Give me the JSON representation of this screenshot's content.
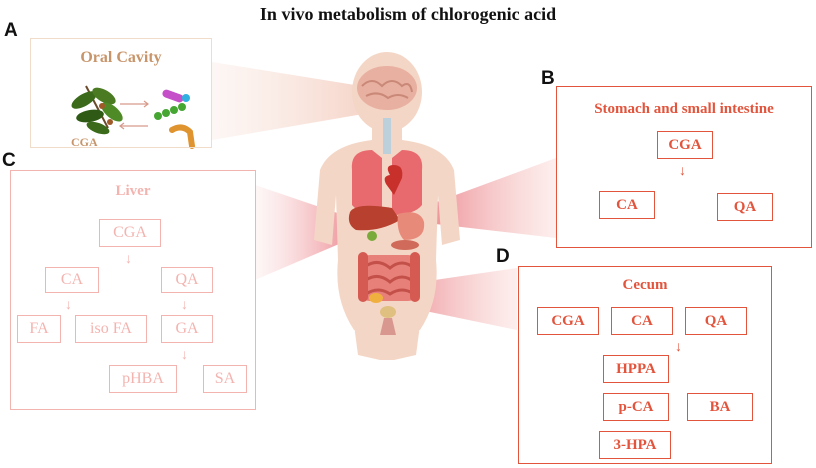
{
  "title": "In vivo metabolism of chlorogenic acid",
  "panels": {
    "A": {
      "label": "A",
      "title": "Oral Cavity",
      "plant_label": "CGA"
    },
    "B": {
      "label": "B",
      "title": "Stomach and small intestine",
      "boxes": [
        "CGA",
        "CA",
        "QA"
      ]
    },
    "C": {
      "label": "C",
      "title": "Liver",
      "boxes": [
        "CGA",
        "CA",
        "QA",
        "FA",
        "iso FA",
        "GA",
        "pHBA",
        "SA"
      ]
    },
    "D": {
      "label": "D",
      "title": "Cecum",
      "boxes": [
        "CGA",
        "CA",
        "QA",
        "HPPA",
        "p-CA",
        "BA",
        "3-HPA"
      ]
    }
  },
  "colors": {
    "red": "#e2543c",
    "liver_pink": "#f3b4b0",
    "oral_tan": "#c8956a",
    "skin": "#f4d6c6"
  },
  "icons": [
    "plant-icon",
    "bacteria-icon",
    "human-body-icon",
    "brain-icon",
    "lungs-icon",
    "heart-icon",
    "liver-icon",
    "stomach-icon",
    "intestine-icon"
  ]
}
